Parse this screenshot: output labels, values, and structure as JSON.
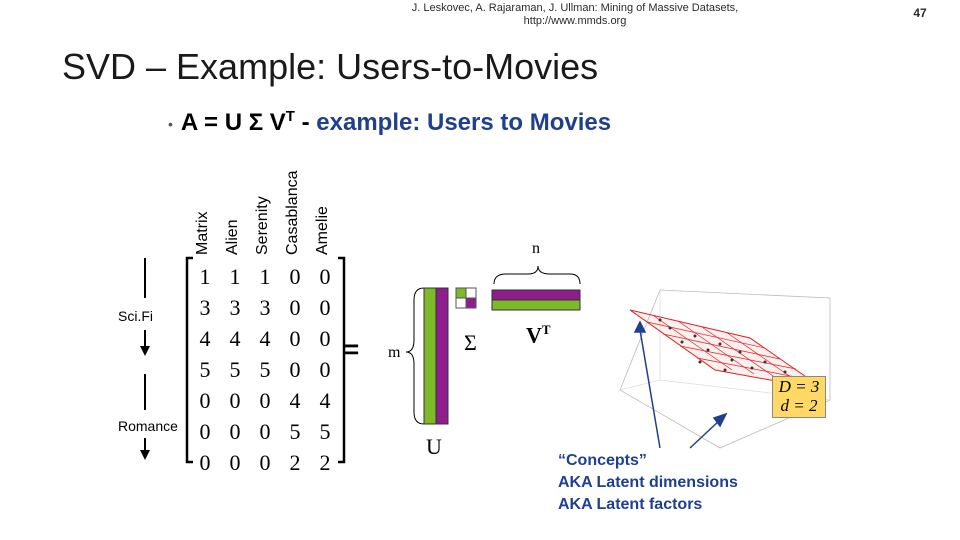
{
  "header": {
    "credit_line1": "J. Leskovec, A. Rajaraman, J. Ullman: Mining of Massive Datasets,",
    "credit_line2": "http://www.mmds.org",
    "page_number": "47"
  },
  "title": "SVD – Example: Users-to-Movies",
  "bullet": {
    "formula": "A = U Σ V",
    "superscript": "T",
    "dash": " - ",
    "text": "example: Users to Movies"
  },
  "movies": [
    "Matrix",
    "Alien",
    "Serenity",
    "Casablanca",
    "Amelie"
  ],
  "genres": {
    "scifi": "Sci.Fi",
    "romance": "Romance"
  },
  "matrix": [
    [
      "1",
      "1",
      "1",
      "0",
      "0"
    ],
    [
      "3",
      "3",
      "3",
      "0",
      "0"
    ],
    [
      "4",
      "4",
      "4",
      "0",
      "0"
    ],
    [
      "5",
      "5",
      "5",
      "0",
      "0"
    ],
    [
      "0",
      "0",
      "0",
      "4",
      "4"
    ],
    [
      "0",
      "0",
      "0",
      "5",
      "5"
    ],
    [
      "0",
      "0",
      "0",
      "2",
      "2"
    ]
  ],
  "equals": "=",
  "decomposition": {
    "n_label": "n",
    "m_label": "m",
    "sigma": "Σ",
    "vt_label": "V",
    "vt_sup": "T",
    "u_label": "U",
    "colors": {
      "u_green": "#7db928",
      "u_purple": "#8e1e8e",
      "v_purple": "#8e1e8e",
      "v_green": "#7db928"
    }
  },
  "plot_box": {
    "line1": "D = 3",
    "line2": "d = 2"
  },
  "concepts": {
    "line1": "“Concepts”",
    "line2": "AKA Latent dimensions",
    "line3": "AKA Latent factors"
  }
}
